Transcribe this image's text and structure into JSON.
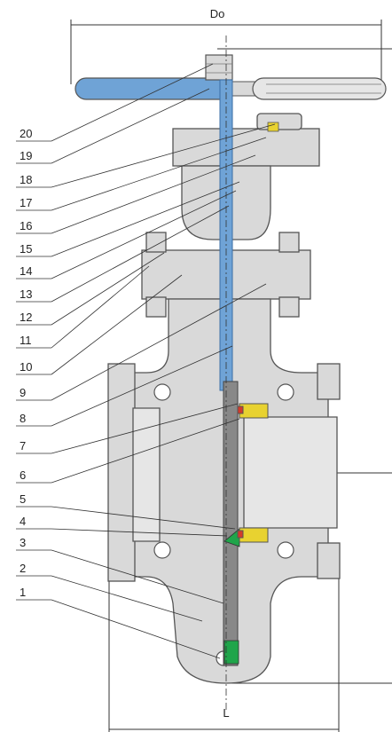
{
  "dimensions": {
    "top_label": "Do",
    "bottom_label": "L"
  },
  "parts": [
    "1",
    "2",
    "3",
    "4",
    "5",
    "6",
    "7",
    "8",
    "9",
    "10",
    "11",
    "12",
    "13",
    "14",
    "15",
    "16",
    "17",
    "18",
    "19",
    "20"
  ],
  "colors": {
    "body": "#d9d9d9",
    "outline": "#555555",
    "stem": "#6fa3d6",
    "seal": "#e8d230",
    "wedge": "#1fa54a",
    "leader": "#333333"
  }
}
